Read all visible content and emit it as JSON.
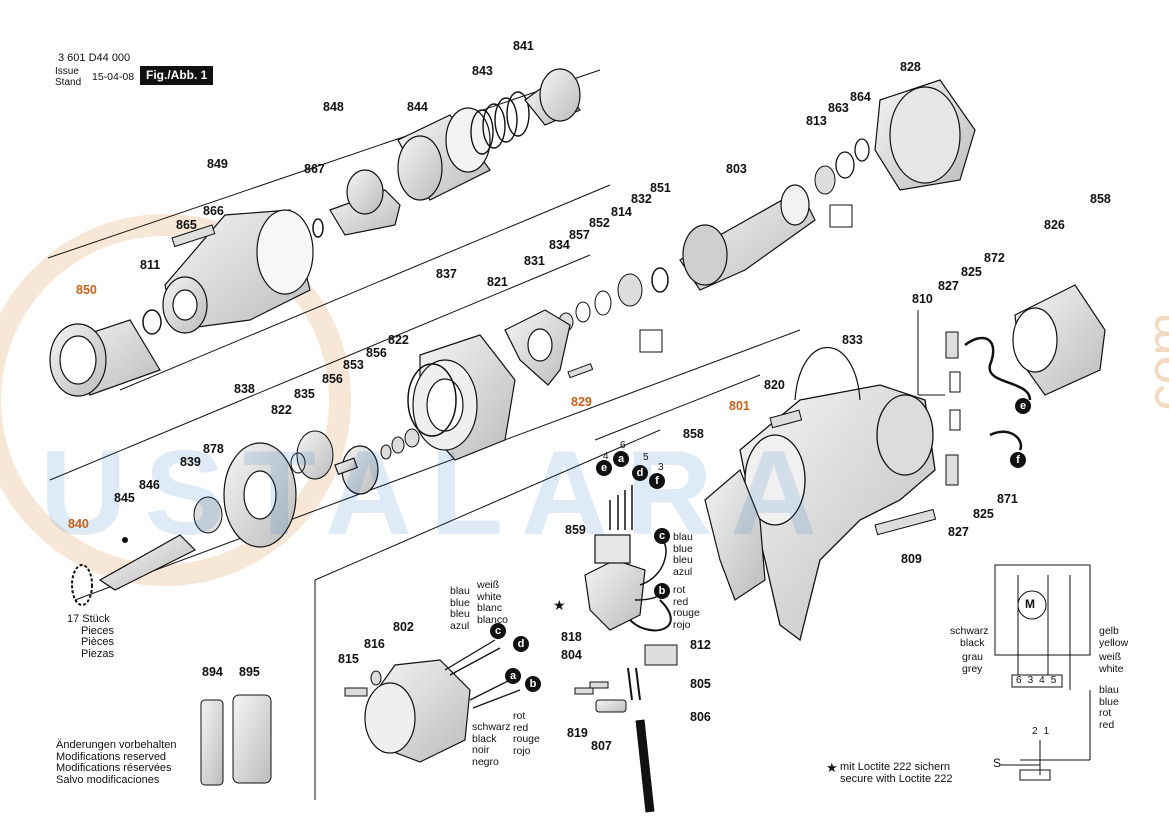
{
  "header": {
    "doc_number": "3 601 D44 000",
    "issue_label_1": "Issue",
    "issue_label_2": "Stand",
    "issue_date": "15-04-08",
    "figure_label": "Fig./Abb. 1"
  },
  "watermark": {
    "text": "USTALARA",
    "suffix": ".com"
  },
  "parts": {
    "p841": "841",
    "p843": "843",
    "p848": "848",
    "p844": "844",
    "p867": "867",
    "p849": "849",
    "p865": "865",
    "p866": "866",
    "p811": "811",
    "p850": "850",
    "p828": "828",
    "p864": "864",
    "p863": "863",
    "p813": "813",
    "p803": "803",
    "p851": "851",
    "p832": "832",
    "p814": "814",
    "p852": "852",
    "p857": "857",
    "p834": "834",
    "p831": "831",
    "p837": "837",
    "p821": "821",
    "p858a": "858",
    "p826": "826",
    "p872": "872",
    "p825a": "825",
    "p827a": "827",
    "p810": "810",
    "p833": "833",
    "p820": "820",
    "p801": "801",
    "p829": "829",
    "p822a": "822",
    "p856": "856",
    "p853": "853",
    "p838": "838",
    "p822b": "822",
    "p835": "835",
    "p878": "878",
    "p839": "839",
    "p846": "846",
    "p845": "845",
    "p840": "840",
    "p858b": "858",
    "p859": "859",
    "p818": "818",
    "p804": "804",
    "p812": "812",
    "p805": "805",
    "p806": "806",
    "p807": "807",
    "p819": "819",
    "p802": "802",
    "p816": "816",
    "p815": "815",
    "p894": "894",
    "p895": "895",
    "p809": "809",
    "p827b": "827",
    "p825b": "825",
    "p871": "871"
  },
  "wire_labels": {
    "num_4": "4",
    "num_6": "6",
    "num_5": "5",
    "num_3": "3",
    "blue_top": [
      "blau",
      "blue",
      "bleu",
      "azul"
    ],
    "red_top": [
      "rot",
      "red",
      "rouge",
      "rojo"
    ],
    "stator_blue_white": [
      "blau",
      "blue",
      "bleu",
      "azul"
    ],
    "stator_white": [
      "weiß",
      "white",
      "blanc",
      "blanco"
    ],
    "stator_black": [
      "schwarz",
      "black",
      "noir",
      "negro"
    ],
    "stator_red": [
      "rot",
      "red",
      "rouge",
      "rojo"
    ]
  },
  "badges": {
    "c": "c",
    "b": "b",
    "d": "d",
    "a": "a",
    "e": "e",
    "f": "f"
  },
  "qty_note": [
    "17 Stück",
    "Pieces",
    "Pièces",
    "Piezas"
  ],
  "mod_note": [
    "Änderungen vorbehalten",
    "Modifications reserved",
    "Modifications réservées",
    "Salvo modificaciones"
  ],
  "loctite_note": [
    "mit Loctite 222 sichern",
    "secure with Loctite 222"
  ],
  "schematic": {
    "schwarz_black": [
      "schwarz",
      "black"
    ],
    "grau_grey": [
      "grau",
      "grey"
    ],
    "gelb_yellow": [
      "gelb",
      "yellow"
    ],
    "weiss_white": [
      "weiß",
      "white"
    ],
    "blau_blue": [
      "blau",
      "blue"
    ],
    "rot_red": [
      "rot",
      "red"
    ],
    "terminals": [
      "6",
      "3",
      "4",
      "5"
    ],
    "switch_terms": [
      "2",
      "1"
    ],
    "motor": "M",
    "supply": "S"
  },
  "colors": {
    "highlight_number": "#c9601a",
    "watermark_blue": "#0a63b8",
    "watermark_orange": "#d27a1c",
    "line": "#111111"
  }
}
